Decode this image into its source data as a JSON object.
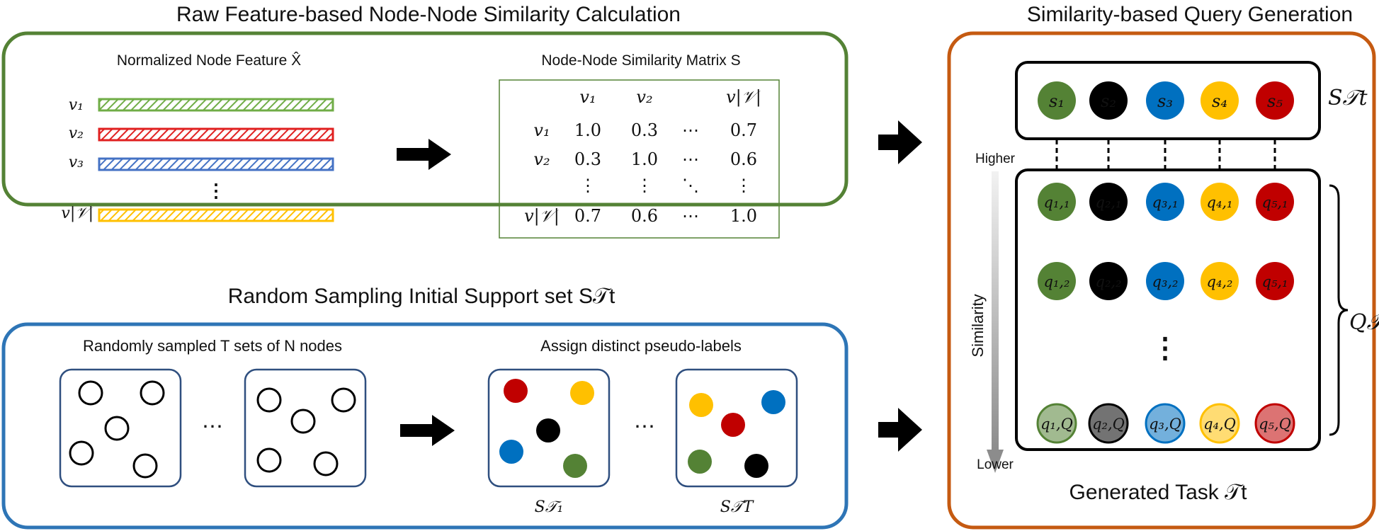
{
  "top_panel": {
    "title": "Raw Feature-based Node-Node Similarity Calculation",
    "feature_label": "Normalized Node Feature X̂",
    "rows": [
      "v₁",
      "v₂",
      "v₃",
      "⋮",
      "v|𝒱|"
    ],
    "matrix_label": "Node-Node Similarity Matrix S",
    "matrix": {
      "col_headers": [
        "v₁",
        "v₂",
        "",
        "v|𝒱|"
      ],
      "row_headers": [
        "v₁",
        "v₂",
        "",
        "v|𝒱|"
      ],
      "cells": [
        [
          "1.0",
          "0.3",
          "⋯",
          "0.7"
        ],
        [
          "0.3",
          "1.0",
          "⋯",
          "0.6"
        ],
        [
          "⋮",
          "⋮",
          "⋱",
          "⋮"
        ],
        [
          "0.7",
          "0.6",
          "⋯",
          "1.0"
        ]
      ]
    }
  },
  "bottom_panel": {
    "title": "Random Sampling Initial Support set S𝒯t",
    "left_label": "Randomly sampled T sets of N nodes",
    "right_label": "Assign distinct pseudo-labels",
    "ellipsis": "⋯",
    "set_captions": [
      "S𝒯₁",
      "S𝒯T"
    ]
  },
  "right_panel": {
    "title": "Similarity-based Query Generation",
    "support_nodes": [
      "s₁",
      "s₂",
      "s₃",
      "s₄",
      "s₅"
    ],
    "support_label": "S𝒯t",
    "query_rows": [
      [
        "q₁,₁",
        "q₂,₁",
        "q₃,₁",
        "q₄,₁",
        "q₅,₁"
      ],
      [
        "q₁,₂",
        "q₂,₂",
        "q₃,₂",
        "q₄,₂",
        "q₅,₁"
      ],
      [
        "q₁,Q",
        "q₂,Q",
        "q₃,Q",
        "q₄,Q",
        "q₅,Q"
      ]
    ],
    "query_label": "Q𝒯t",
    "axis": {
      "top": "Higher",
      "middle": "Similarity",
      "bottom": "Lower"
    },
    "caption": "Generated Task 𝒯t"
  },
  "colors": {
    "green": "#548235",
    "black": "#000000",
    "blue": "#0070c0",
    "yellow": "#ffc000",
    "red": "#c00000",
    "top_border": "#548235",
    "bottom_border": "#2e75b6",
    "right_border": "#c55a11",
    "set_border": "#2f4f7f"
  }
}
